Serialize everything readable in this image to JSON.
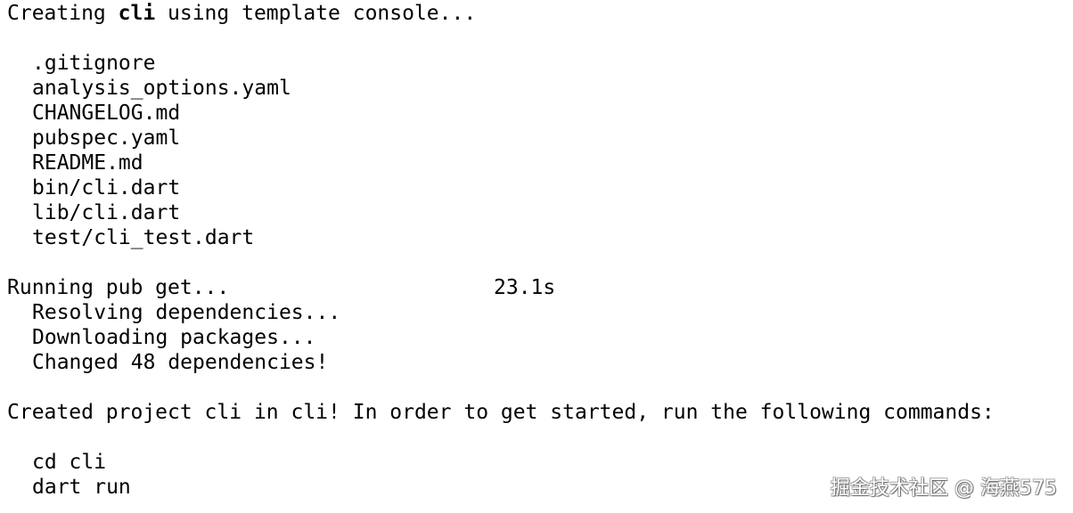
{
  "terminal": {
    "create_prefix": "Creating ",
    "project_name": "cli",
    "create_suffix": " using template console...",
    "files": [
      ".gitignore",
      "analysis_options.yaml",
      "CHANGELOG.md",
      "pubspec.yaml",
      "README.md",
      "bin/cli.dart",
      "lib/cli.dart",
      "test/cli_test.dart"
    ],
    "pub_get": "Running pub get...",
    "pub_get_time": "23.1s",
    "pub_steps": [
      "Resolving dependencies...",
      "Downloading packages...",
      "Changed 48 dependencies!"
    ],
    "created_message": "Created project cli in cli! In order to get started, run the following commands:",
    "commands": [
      "cd cli",
      "dart run"
    ]
  },
  "watermark": "掘金技术社区 @ 海燕575"
}
